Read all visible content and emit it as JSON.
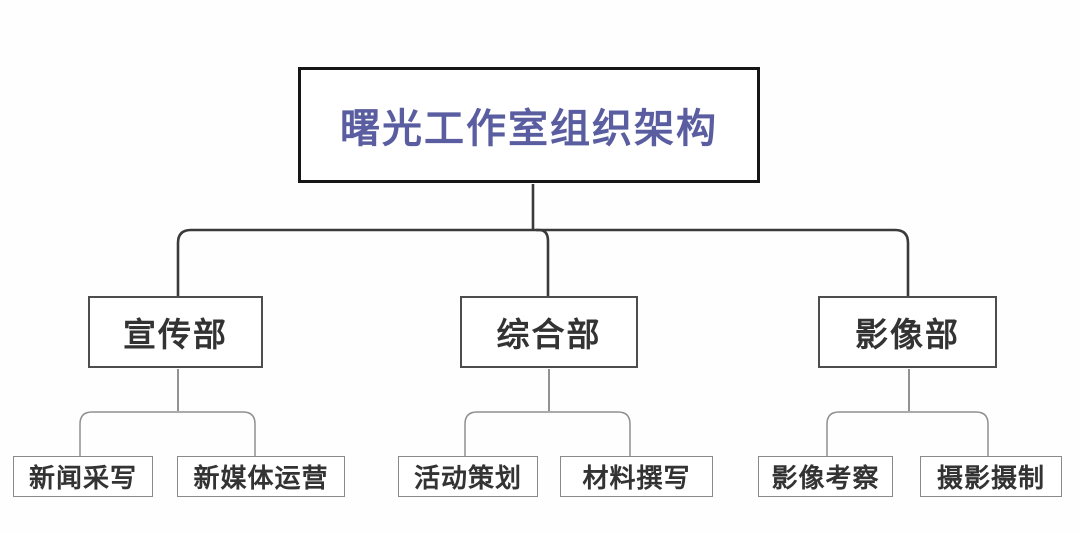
{
  "diagram": {
    "type": "org-chart",
    "title": "曙光工作室组织架构",
    "departments": [
      {
        "label": "宣传部",
        "children": [
          "新闻采写",
          "新媒体运营"
        ]
      },
      {
        "label": "综合部",
        "children": [
          "活动策划",
          "材料撰写"
        ]
      },
      {
        "label": "影像部",
        "children": [
          "影像考察",
          "摄影摄制"
        ]
      }
    ],
    "colors": {
      "title_text": "#5a5ea0",
      "node_text": "#333333",
      "root_border": "#161616",
      "dept_border": "#4d4d4d",
      "leaf_border": "#8a8a8a",
      "line_dark": "#3a3a3a",
      "line_gray": "#8f8f8f",
      "background": "#fefefe"
    }
  }
}
